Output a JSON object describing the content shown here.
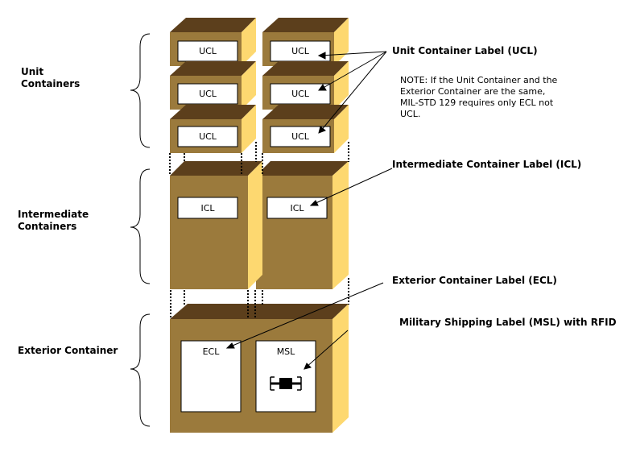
{
  "colors": {
    "box_front": "#9b7a3c",
    "box_top": "#5c3f1c",
    "box_side": "#fdd870",
    "label_fill": "#ffffff",
    "line": "#000000"
  },
  "groups": {
    "unit": [
      "Unit",
      "Containers"
    ],
    "intermediate": [
      "Intermediate",
      "Containers"
    ],
    "exterior": [
      "Exterior Container"
    ]
  },
  "labels": {
    "ucl": "UCL",
    "icl": "ICL",
    "ecl": "ECL",
    "msl": "MSL"
  },
  "callouts": {
    "ucl": "Unit Container Label (UCL)",
    "icl": "Intermediate Container Label (ICL)",
    "ecl": "Exterior Container Label (ECL)",
    "msl": "Military Shipping Label (MSL) with RFID"
  },
  "note": [
    "NOTE: If the Unit Container and the",
    "Exterior Container are the same,",
    "MIL-STD 129 requires only ECL not",
    "UCL."
  ],
  "icons": {
    "rfid": "rfid-tag-icon"
  }
}
